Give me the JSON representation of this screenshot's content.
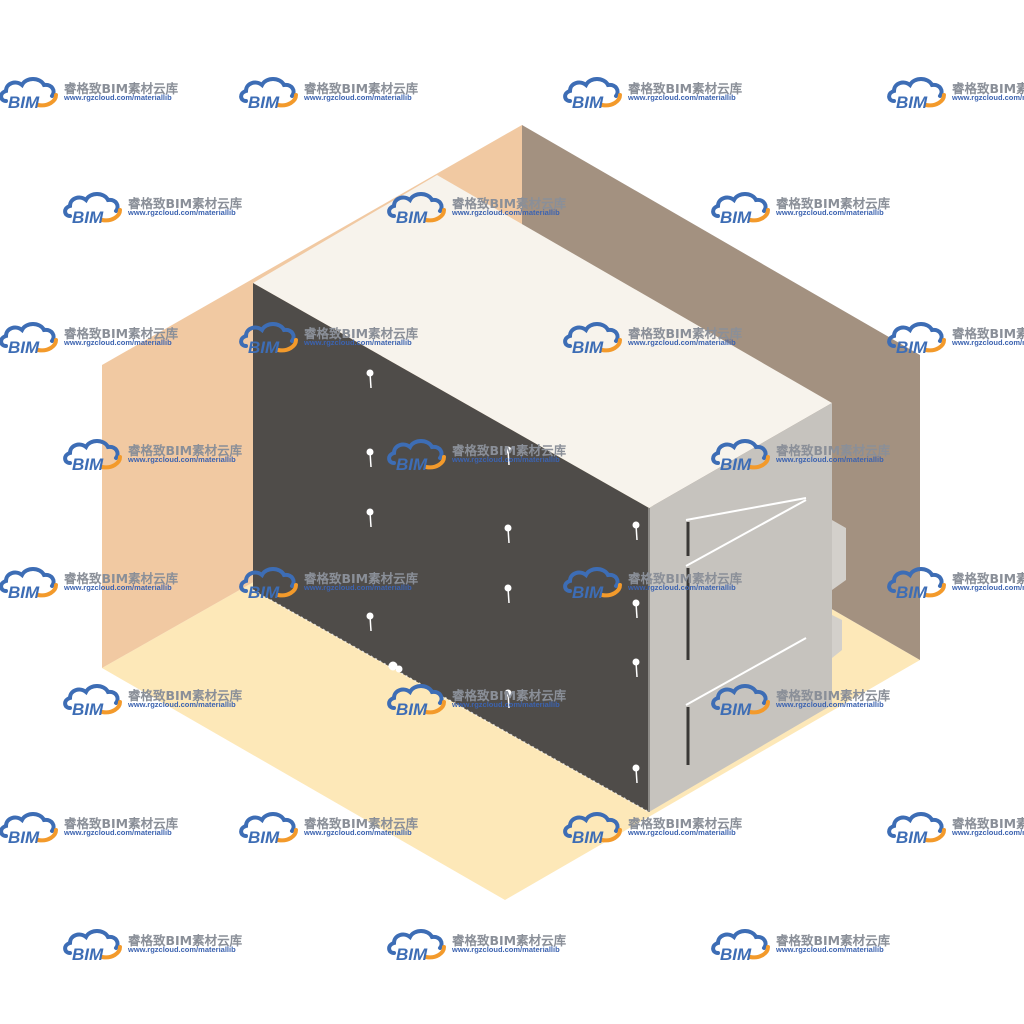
{
  "watermark": {
    "logo_text": "BIM",
    "title": "睿格致BIM素材云库",
    "url": "www.rgzcloud.com/materiallib"
  },
  "icons": {
    "watermark_logo": "bim-cloud-logo-icon",
    "handle": "drawer-handle-icon"
  },
  "colors": {
    "floor": "#fde8b8",
    "left_wall": "#f1c9a2",
    "back_wall": "#a39180",
    "cabinet_top": "#f7f3ec",
    "cabinet_front": "#4f4c49",
    "cabinet_side": "#c6c3be",
    "logo_blue": "#3d6db5",
    "logo_orange": "#f39a2b"
  }
}
